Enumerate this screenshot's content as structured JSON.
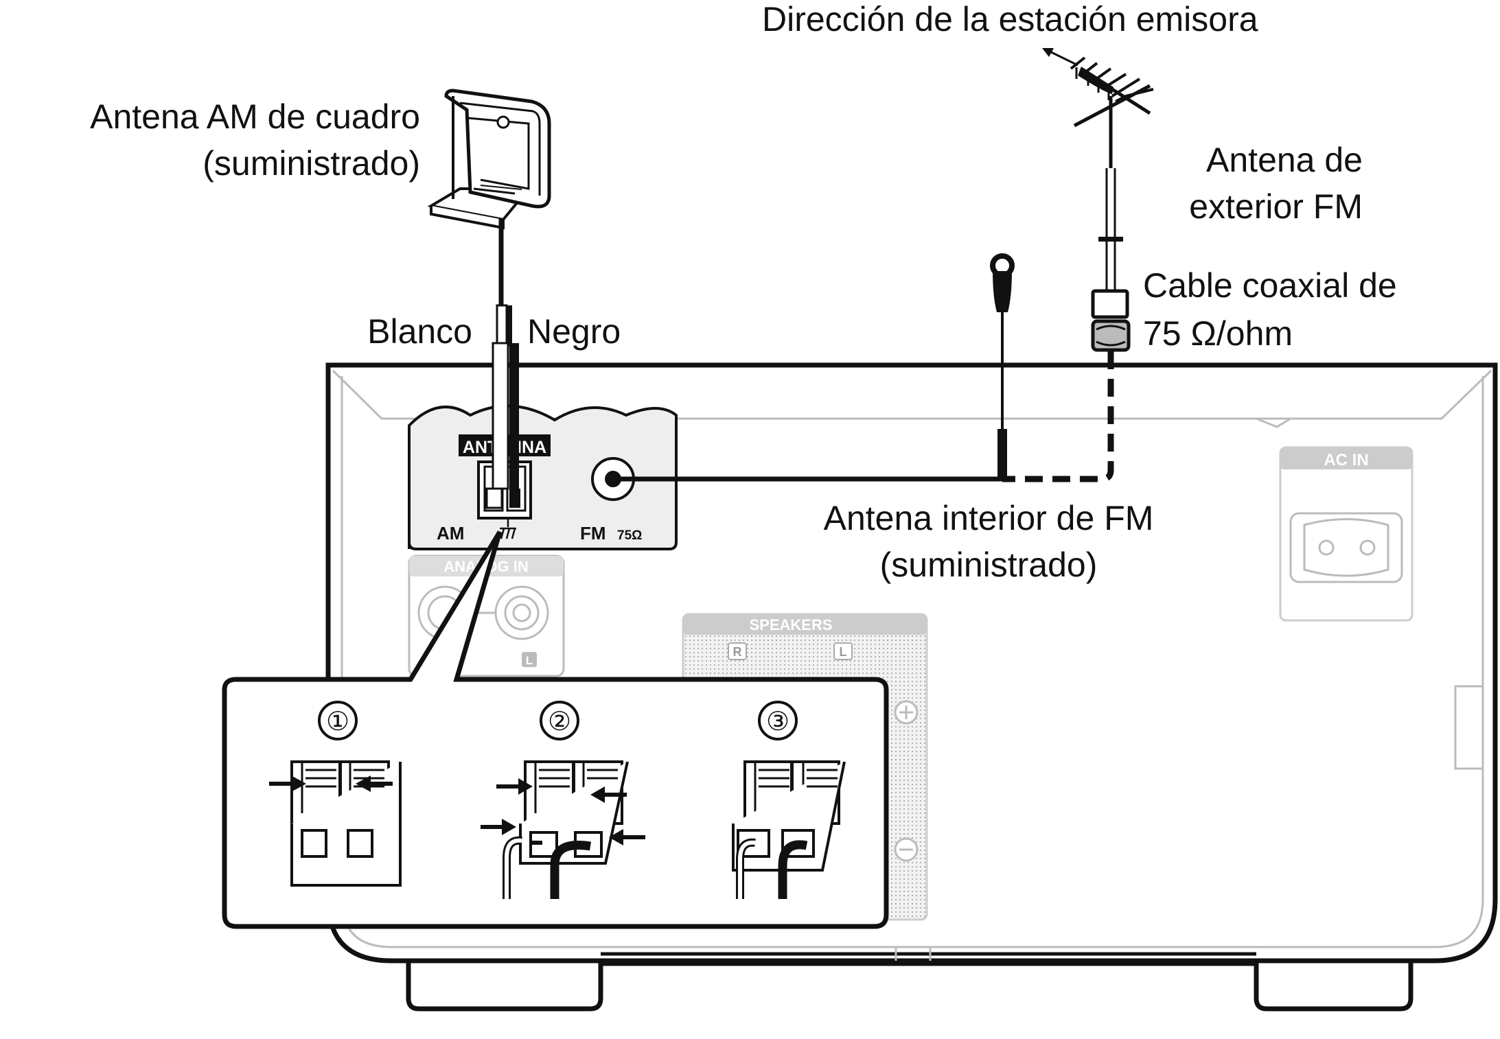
{
  "labels": {
    "direction": "Dirección de la estación emisora",
    "am_loop_line1": "Antena AM de cuadro",
    "am_loop_line2": "(suministrado)",
    "fm_outdoor_line1": "Antena de",
    "fm_outdoor_line2": "exterior FM",
    "coax_line1": "Cable coaxial de",
    "coax_line2": "75 Ω/ohm",
    "white": "Blanco",
    "black": "Negro",
    "fm_indoor_line1": "Antena interior de FM",
    "fm_indoor_line2": "(suministrado)"
  },
  "panel": {
    "antenna": "ANTENNA",
    "am": "AM",
    "fm": "FM",
    "fm_ohm": "75Ω",
    "analog_in": "ANALOG IN",
    "analog_l": "L",
    "speakers": "SPEAKERS",
    "spk_r": "R",
    "spk_l": "L",
    "ac_in": "AC IN"
  },
  "steps": [
    "①",
    "②",
    "③"
  ],
  "colors": {
    "line": "#111111",
    "panel_fill": "#eeeeee",
    "chassis_inner": "#bbbbbb"
  }
}
